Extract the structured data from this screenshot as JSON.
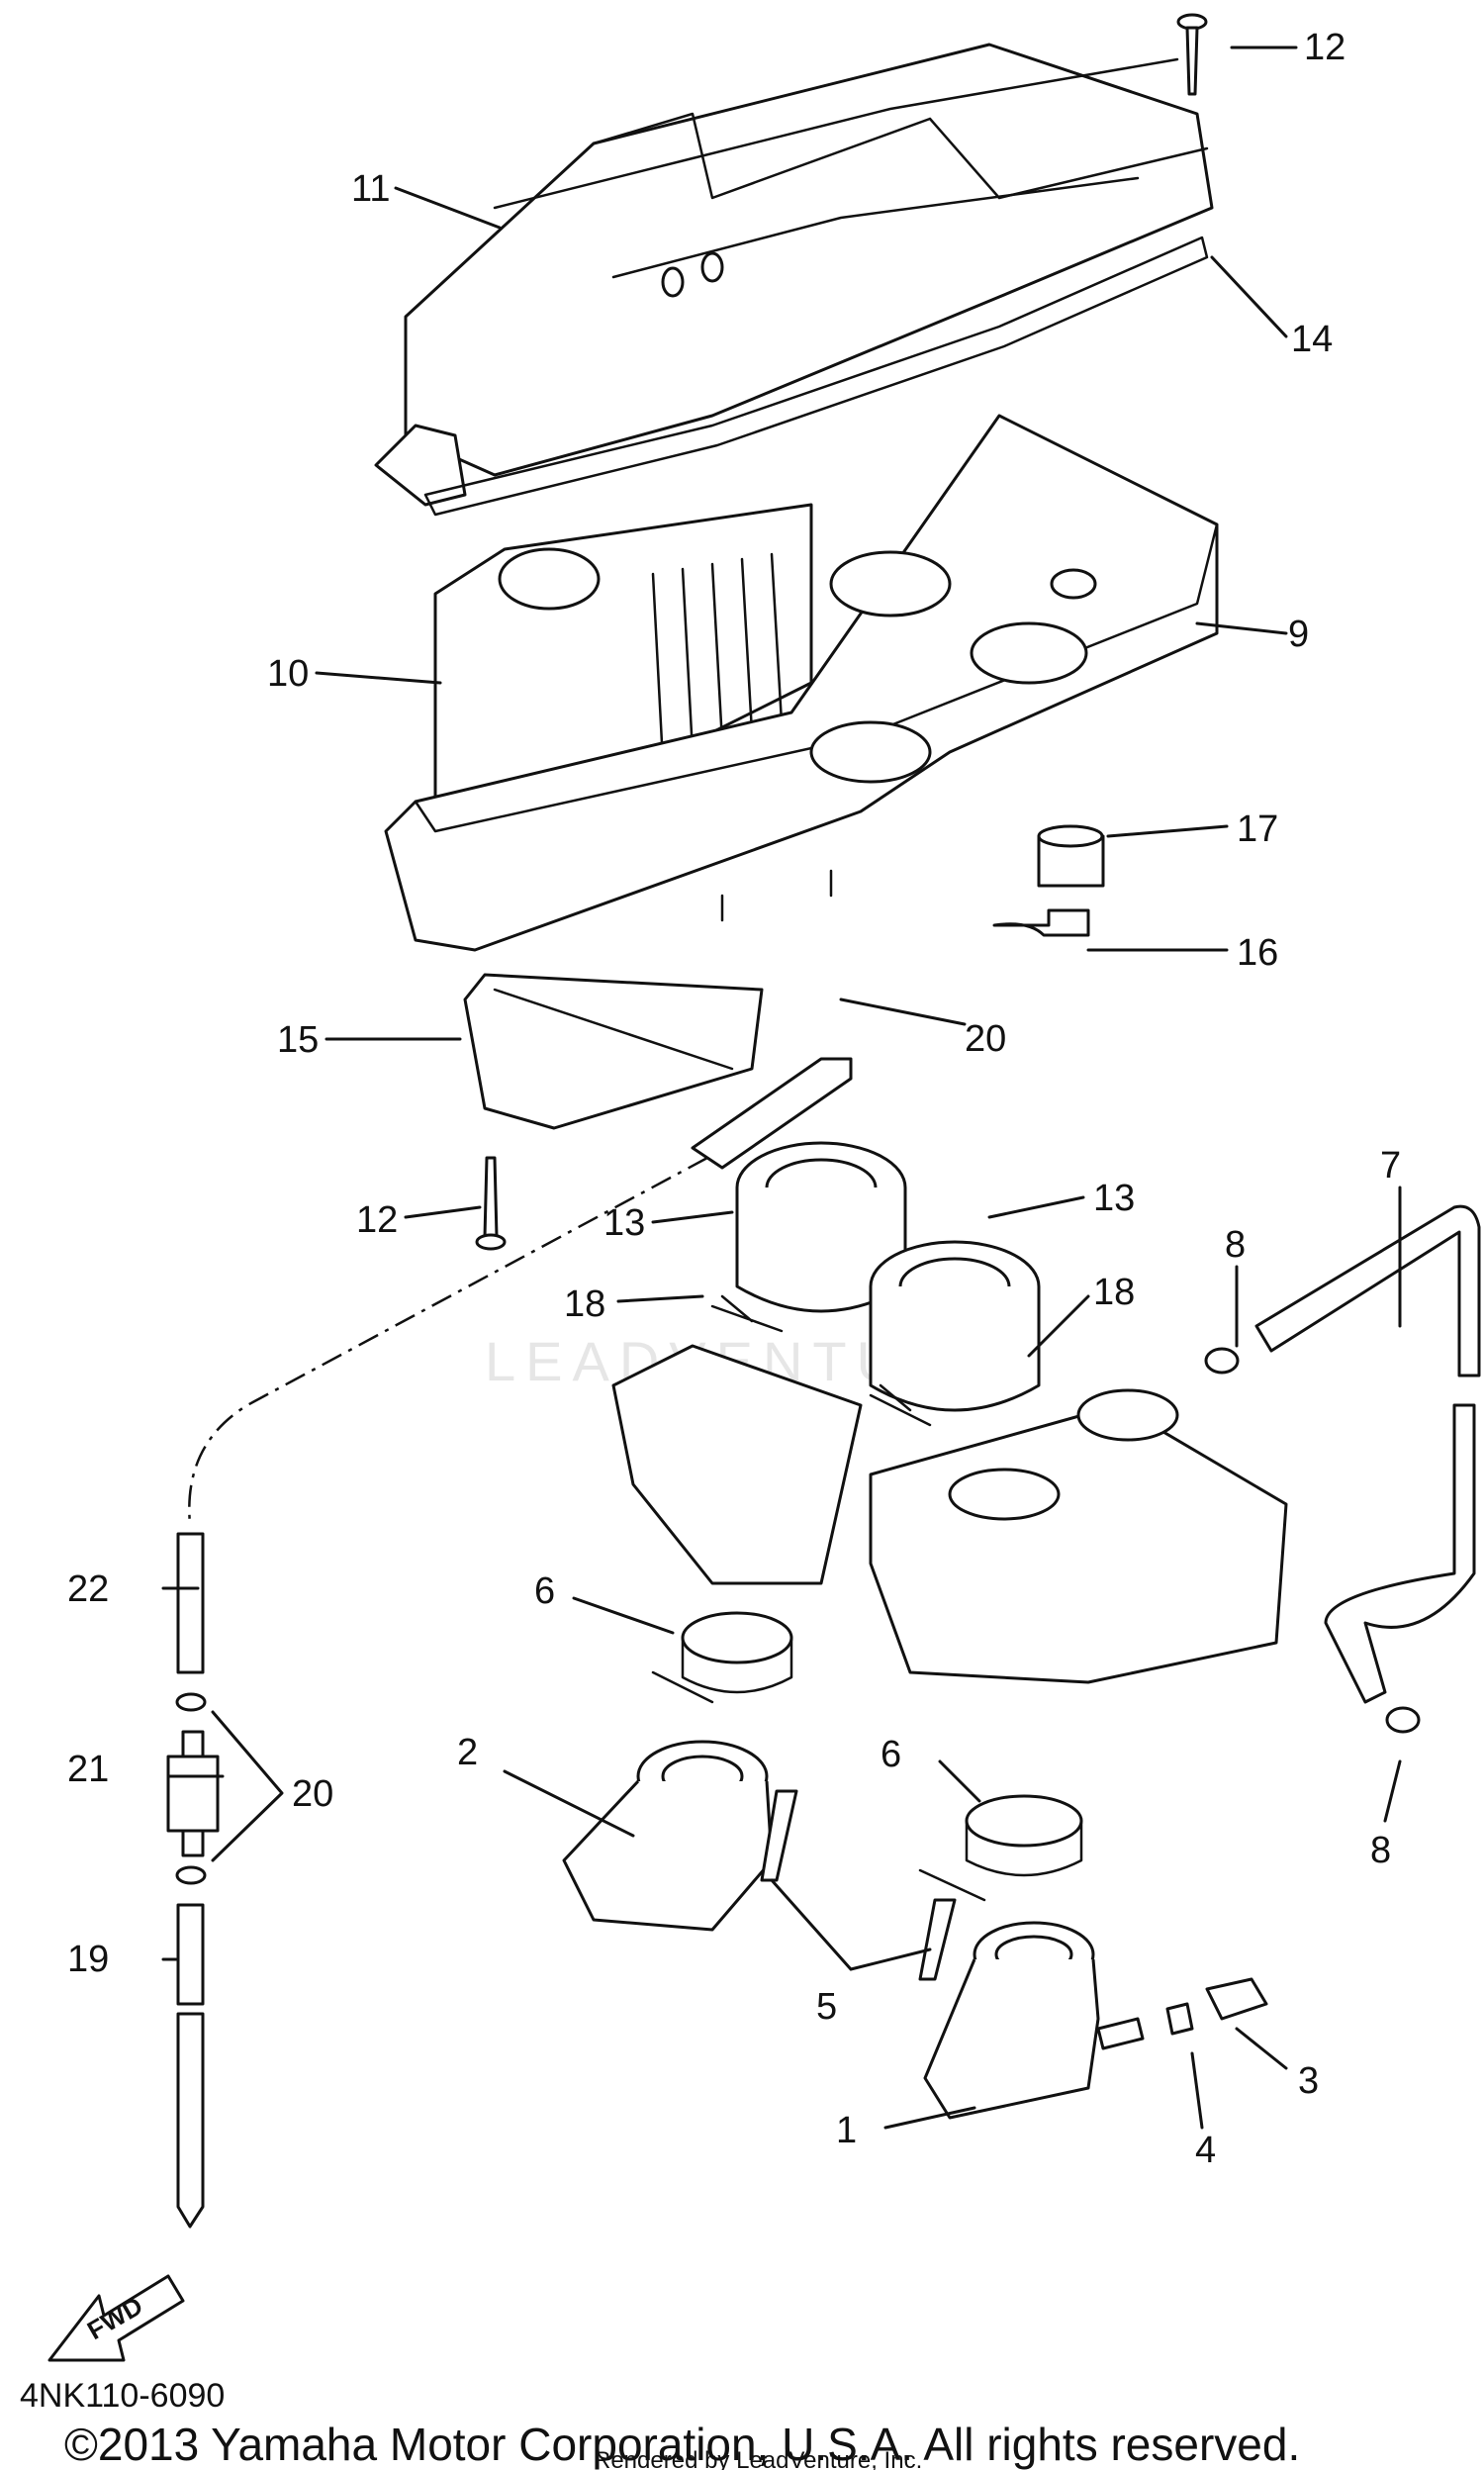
{
  "callouts": {
    "c1": "1",
    "c2": "2",
    "c3": "3",
    "c4": "4",
    "c5": "5",
    "c6a": "6",
    "c6b": "6",
    "c7": "7",
    "c8a": "8",
    "c8b": "8",
    "c9": "9",
    "c10": "10",
    "c11": "11",
    "c12a": "12",
    "c12b": "12",
    "c13a": "13",
    "c13b": "13",
    "c14": "14",
    "c15": "15",
    "c16": "16",
    "c17": "17",
    "c18a": "18",
    "c18b": "18",
    "c19": "19",
    "c20a": "20",
    "c20b": "20",
    "c21": "21",
    "c22": "22"
  },
  "fwd_label": "FWD",
  "watermark": "LEADVENTURE",
  "diagram_code": "4NK110-6090",
  "copyright": "©2013 Yamaha Motor Corporation, U.S.A. All rights reserved.",
  "rendered_by": "Rendered by LeadVenture, Inc."
}
